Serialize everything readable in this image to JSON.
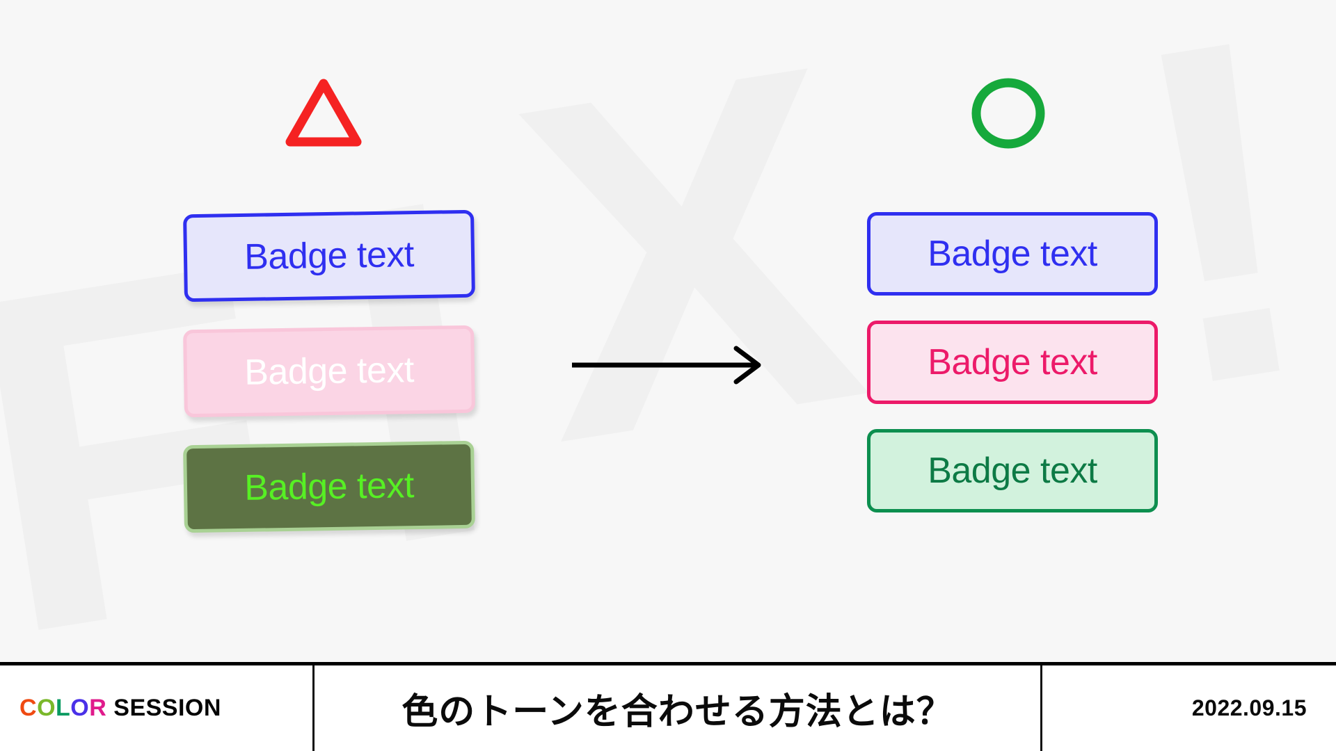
{
  "background": {
    "color": "#f7f7f7",
    "watermark_text": "FIX!",
    "watermark_color": "#f0f0f0",
    "watermark_letters": [
      "F",
      "I",
      "X",
      "!"
    ]
  },
  "stage": {
    "markers": {
      "bad": {
        "icon": "triangle-outline-icon",
        "symbol": "△",
        "color": "#f52222",
        "meaning": "bad-example"
      },
      "good": {
        "icon": "circle-outline-icon",
        "symbol": "○",
        "color": "#16a93c",
        "meaning": "good-example"
      }
    },
    "arrow": {
      "icon": "arrow-right-icon",
      "color": "#000000"
    },
    "columns": {
      "bad": {
        "label": "mismatched-tone",
        "badges": [
          {
            "text": "Badge text",
            "bg": "#e6e6fb",
            "border": "#2f2ff0",
            "fg": "#2f2ff0"
          },
          {
            "text": "Badge text",
            "bg": "#fbd5e5",
            "border": "#f9c6da",
            "fg": "#ffffff"
          },
          {
            "text": "Badge text",
            "bg": "#5d7344",
            "border": "#a9d194",
            "fg": "#57f024"
          }
        ]
      },
      "good": {
        "label": "matched-tone",
        "badges": [
          {
            "text": "Badge text",
            "bg": "#e6e6fb",
            "border": "#2f2ff0",
            "fg": "#2f2ff0"
          },
          {
            "text": "Badge text",
            "bg": "#fce3ee",
            "border": "#ec1a69",
            "fg": "#ec1a69"
          },
          {
            "text": "Badge text",
            "bg": "#d2f2dd",
            "border": "#0d8f4f",
            "fg": "#0d7a45"
          }
        ]
      }
    }
  },
  "footer": {
    "brand": {
      "color_part": [
        "C",
        "O",
        "L",
        "O",
        "R"
      ],
      "color_part_colors": [
        "#ef4a12",
        "#7ab82b",
        "#0b9b62",
        "#4a31e8",
        "#e01b8c"
      ],
      "session_part": "SESSION"
    },
    "title": "色のトーンを合わせる方法とは？",
    "date": "2022.09.15"
  }
}
